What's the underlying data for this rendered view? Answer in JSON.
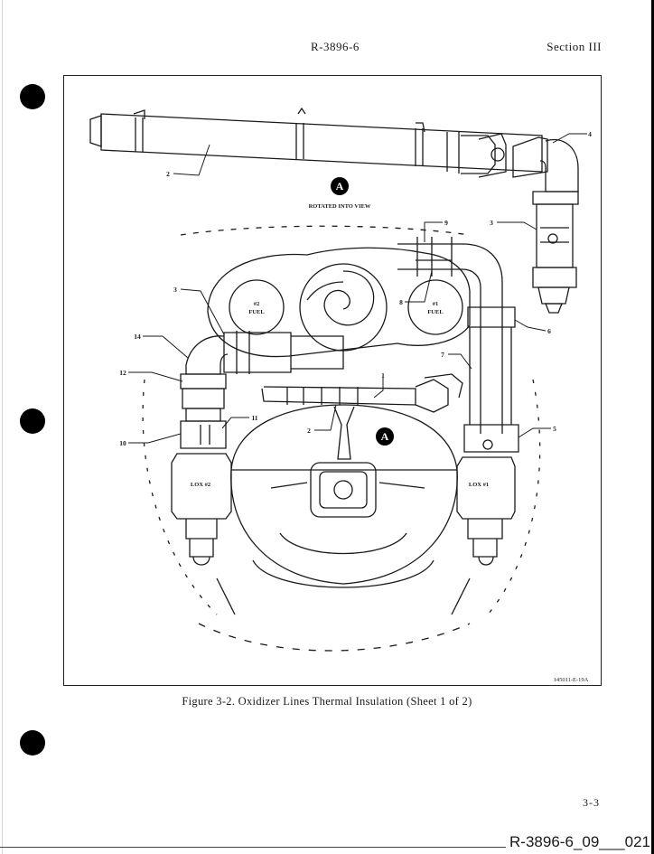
{
  "header": {
    "doc_number": "R-3896-6",
    "section": "Section III"
  },
  "figure": {
    "view_letter": "A",
    "view_caption": "ROTATED INTO VIEW",
    "callouts": [
      "1",
      "2",
      "2",
      "3",
      "3",
      "4",
      "5",
      "6",
      "7",
      "8",
      "9",
      "10",
      "11",
      "12",
      "14"
    ],
    "labels": {
      "fuel2_line1": "#2",
      "fuel2_line2": "FUEL",
      "fuel1_line1": "#1",
      "fuel1_line2": "FUEL",
      "lox2": "LOX #2",
      "lox1": "LOX #1"
    },
    "figure_id": "145011-E-19A"
  },
  "caption": "Figure 3-2.  Oxidizer Lines Thermal Insulation (Sheet 1 of 2)",
  "page_number": "3-3",
  "footer_id": "R-3896-6_09___021"
}
